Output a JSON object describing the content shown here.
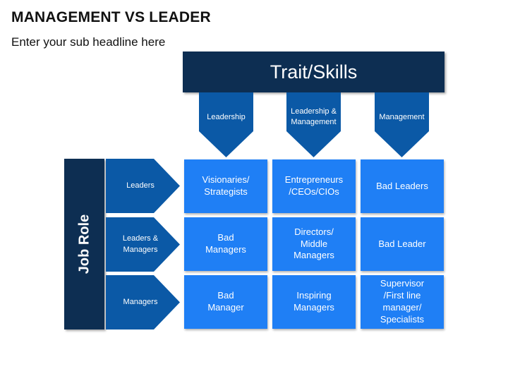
{
  "title": "MANAGEMENT VS LEADER",
  "subtitle": "Enter your sub headline here",
  "header": "Trait/Skills",
  "side_label": "Job Role",
  "columns": [
    "Leadership",
    "Leadership &\nManagement",
    "Management"
  ],
  "rows": [
    "Leaders",
    "Leaders &\nManagers",
    "Managers"
  ],
  "cells": [
    [
      "Visionaries/\nStrategists",
      "Entrepreneurs\n/CEOs/CIOs",
      "Bad Leaders"
    ],
    [
      "Bad\nManagers",
      "Directors/\nMiddle\nManagers",
      "Bad Leader"
    ],
    [
      "Bad\nManager",
      "Inspiring\nManagers",
      "Supervisor\n/First line\nmanager/\nSpecialists"
    ]
  ],
  "colors": {
    "dark_navy": "#0d2e52",
    "arrow_blue": "#0b59a6",
    "cell_blue": "#1f7ff5"
  }
}
